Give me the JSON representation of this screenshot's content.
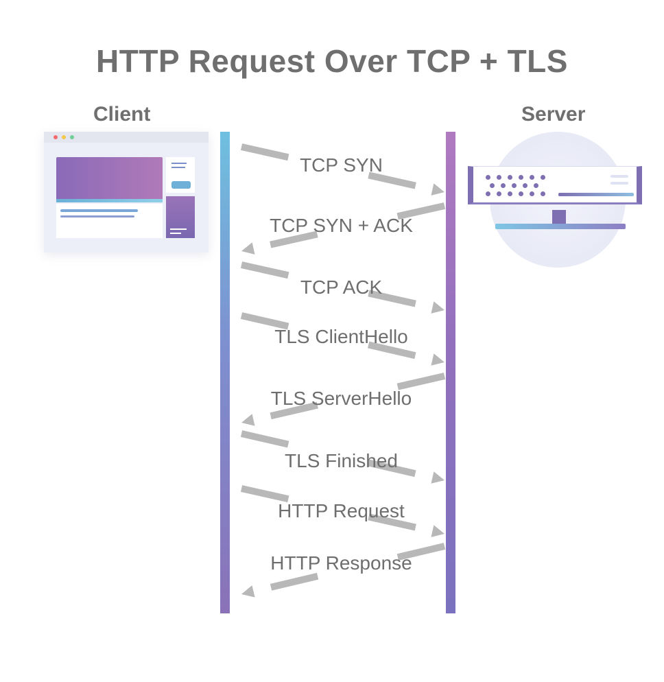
{
  "title": "HTTP Request Over TCP + TLS",
  "client_label": "Client",
  "server_label": "Server",
  "colors": {
    "text": "#6e6e6e",
    "client_timeline": [
      "#6fc0e0",
      "#8a72b8"
    ],
    "server_timeline": [
      "#b07ac0",
      "#7a72be"
    ],
    "arrow": "#b8b8b8"
  },
  "messages": [
    {
      "label": "TCP SYN",
      "direction": "client-to-server"
    },
    {
      "label": "TCP SYN + ACK",
      "direction": "server-to-client"
    },
    {
      "label": "TCP ACK",
      "direction": "client-to-server"
    },
    {
      "label": "TLS ClientHello",
      "direction": "client-to-server"
    },
    {
      "label": "TLS ServerHello",
      "direction": "server-to-client"
    },
    {
      "label": "TLS Finished",
      "direction": "client-to-server"
    },
    {
      "label": "HTTP Request",
      "direction": "client-to-server"
    },
    {
      "label": "HTTP Response",
      "direction": "server-to-client"
    }
  ]
}
